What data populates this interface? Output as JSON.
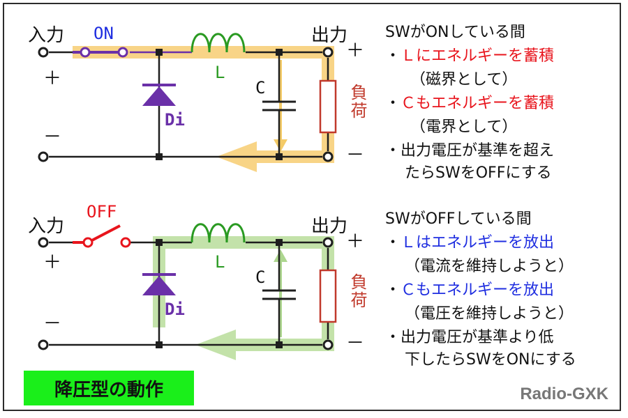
{
  "colors": {
    "wire": "#1e1e1e",
    "inductor": "#2a9a22",
    "diode": "#6a30a8",
    "switch_on": "#6a30a8",
    "switch_off": "#e8141c",
    "load_fill": "#ffffff",
    "load_stroke": "#c0392b",
    "on_path": "#f7cd72",
    "off_path": "#b9dd9b",
    "red_text": "#e8141c",
    "blue_text": "#1f2ee0",
    "caption_bg": "#1aef1a"
  },
  "top": {
    "input_label": "入力",
    "output_label": "出力",
    "switch_label": "ON",
    "plus_left": "＋",
    "minus_left": "－",
    "plus_right": "＋",
    "minus_right": "－",
    "inductor_label": "L",
    "cap_label": "C",
    "diode_label": "Di",
    "load_label": "負荷",
    "notes": {
      "heading": "SWがONしている間",
      "b1": "・",
      "l1": "Ｌにエネルギーを蓄積",
      "l1s": "（磁界として）",
      "b2": "・",
      "l2": "Ｃもエネルギーを蓄積",
      "l2s": "（電界として）",
      "b3": "・",
      "l3": "出力電圧が基準を超え",
      "l3b": "たらSWをOFFにする"
    }
  },
  "bottom": {
    "input_label": "入力",
    "output_label": "出力",
    "switch_label": "OFF",
    "plus_left": "＋",
    "minus_left": "－",
    "plus_right": "＋",
    "minus_right": "－",
    "inductor_label": "L",
    "cap_label": "C",
    "diode_label": "Di",
    "load_label": "負荷",
    "notes": {
      "heading": "SWがOFFしている間",
      "b1": "・",
      "l1": "Ｌはエネルギーを放出",
      "l1s": "（電流を維持しようと）",
      "b2": "・",
      "l2": "Ｃもエネルギーを放出",
      "l2s": "（電圧を維持しようと）",
      "b3": "・",
      "l3": "出力電圧が基準より低",
      "l3b": "下したらSWをONにする"
    }
  },
  "caption": "降圧型の動作",
  "brand": "Radio-GXK"
}
